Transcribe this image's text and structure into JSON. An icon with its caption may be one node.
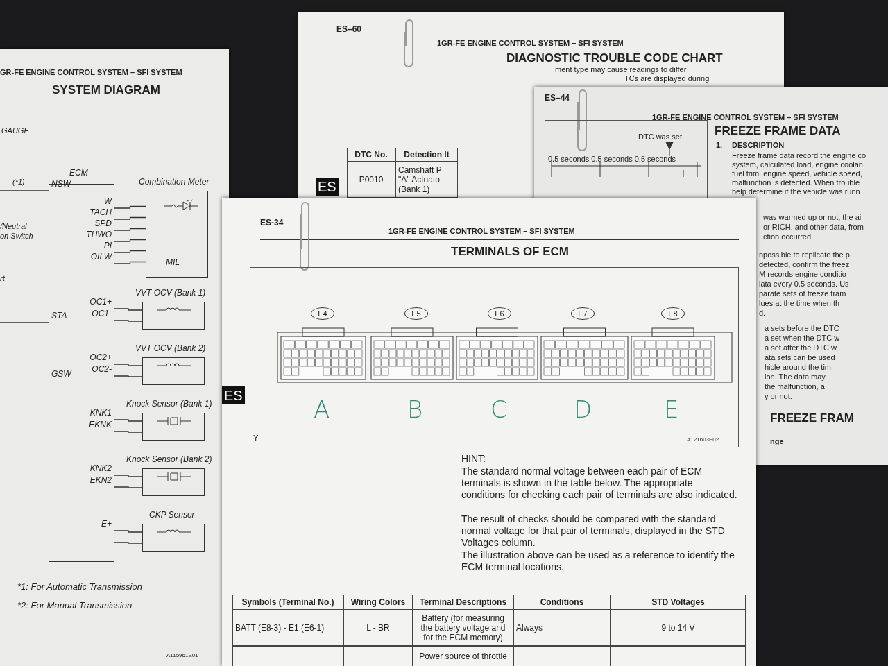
{
  "diagram": {
    "nodes": [
      {
        "text": [
          "ECM"
        ]
      },
      {
        "text": [
          "Combination Meter",
          "MIL"
        ]
      },
      {
        "text": [
          "VVT OCV (Bank 1)"
        ]
      },
      {
        "text": [
          "VVT OCV (Bank 2)"
        ]
      },
      {
        "text": [
          "Knock Sensor (Bank 1)"
        ]
      },
      {
        "text": [
          "Knock Sensor (Bank 2)"
        ]
      },
      {
        "text": [
          "CKP Sensor"
        ]
      }
    ],
    "edges": [
      {
        "from": null,
        "to": 0,
        "arrow": "none",
        "label": "NSW"
      },
      {
        "from": 0,
        "to": 1,
        "arrow": "none",
        "label": "W"
      },
      {
        "from": 0,
        "to": 1,
        "arrow": "none",
        "label": "TACH"
      },
      {
        "from": 0,
        "to": 1,
        "arrow": "none",
        "label": "SPD"
      },
      {
        "from": 0,
        "to": 1,
        "arrow": "none",
        "label": "THWO"
      },
      {
        "from": 0,
        "to": 1,
        "arrow": "none",
        "label": "PI"
      },
      {
        "from": 0,
        "to": 1,
        "arrow": "none",
        "label": "OILW"
      },
      {
        "from": null,
        "to": 0,
        "arrow": "none",
        "label": "STA"
      },
      {
        "from": 0,
        "to": 2,
        "arrow": "none",
        "label": "OC1+"
      },
      {
        "from": 0,
        "to": 2,
        "arrow": "none",
        "label": "OC1-"
      },
      {
        "from": 0,
        "to": 3,
        "arrow": "none",
        "label": "OC2+"
      },
      {
        "from": 0,
        "to": 3,
        "arrow": "none",
        "label": "OC2-"
      },
      {
        "from": 0,
        "to": 4,
        "arrow": "none",
        "label": "KNK1"
      },
      {
        "from": 0,
        "to": 4,
        "arrow": "none",
        "label": "EKNK"
      },
      {
        "from": 0,
        "to": 5,
        "arrow": "none",
        "label": "KNK2"
      },
      {
        "from": 0,
        "to": 5,
        "arrow": "none",
        "label": "EKN2"
      },
      {
        "from": 0,
        "to": 6,
        "arrow": "none",
        "label": "E+"
      },
      {
        "from": 0,
        "to": 6,
        "arrow": "none"
      }
    ],
    "labels": [
      "GR-FE ENGINE CONTROL SYSTEM – SFI SYSTEM",
      "SYSTEM DIAGRAM",
      "GAUGE",
      "(*1)",
      "/Neutral",
      "on Switch",
      "rt",
      "GSW",
      "*1: For Automatic Transmission",
      "*2: For Manual Transmission",
      "A115961E01",
      "ES–60",
      "1GR-FE ENGINE CONTROL SYSTEM – SFI SYSTEM",
      "DIAGNOSTIC TROUBLE CODE CHART",
      "ment type may cause readings to differ",
      "TCs are displayed during",
      "DTC No.",
      "Detection It",
      "P0010",
      "Camshaft P \"A\" Actuato (Bank 1)",
      "ES",
      "ES–44",
      "1GR-FE ENGINE CONTROL SYSTEM – SFI SYSTEM",
      "DTC was set.",
      "0.5 seconds 0.5 seconds 0.5 seconds",
      "FREEZE FRAME DATA",
      "1.",
      "DESCRIPTION",
      "Freeze frame data record the engine co",
      "system, calculated load, engine coolan",
      "fuel trim, engine speed, vehicle speed,",
      "malfunction is detected. When trouble",
      "help determine if the vehicle was runn",
      "was warmed up or not, the ai",
      "or RICH, and other data, from",
      "ction occurred.",
      "npossible to replicate the p",
      "detected, confirm the freez",
      "M records engine conditio",
      "lata every 0.5 seconds. Us",
      "parate sets of freeze fram",
      "lues at the time when th",
      "d.",
      "a sets before the DTC",
      "a set when the DTC w",
      "a set after the DTC w",
      "ata sets can be used",
      "hicle around the tim",
      "ion. The data may",
      "the malfunction, a",
      "y or not.",
      "FREEZE FRAM",
      "nge",
      "ES-34",
      "1GR-FE ENGINE CONTROL SYSTEM – SFI SYSTEM",
      "TERMINALS OF ECM",
      "E4",
      "E5",
      "E6",
      "E7",
      "E8",
      "A",
      "B",
      "C",
      "D",
      "E",
      "ES",
      "Y",
      "A121603E02",
      "HINT:",
      "The standard normal voltage between each pair of ECM terminals is shown in the table below. The appropriate conditions for checking each pair of terminals are also indicated.",
      "The result of checks should be compared with the standard normal voltage for that pair of terminals, displayed in the STD Voltages column.",
      "The illustration above can be used as a reference to identify the ECM terminal locations.",
      "Symbols (Terminal No.)",
      "Wiring Colors",
      "Terminal Descriptions",
      "Conditions",
      "STD Voltages",
      "BATT (E8-3) - E1 (E6-1)",
      "L - BR",
      "Battery (for measuring the battery voltage and for the ECM memory)",
      "Always",
      "9 to 14 V",
      "Power source of throttle"
    ]
  }
}
